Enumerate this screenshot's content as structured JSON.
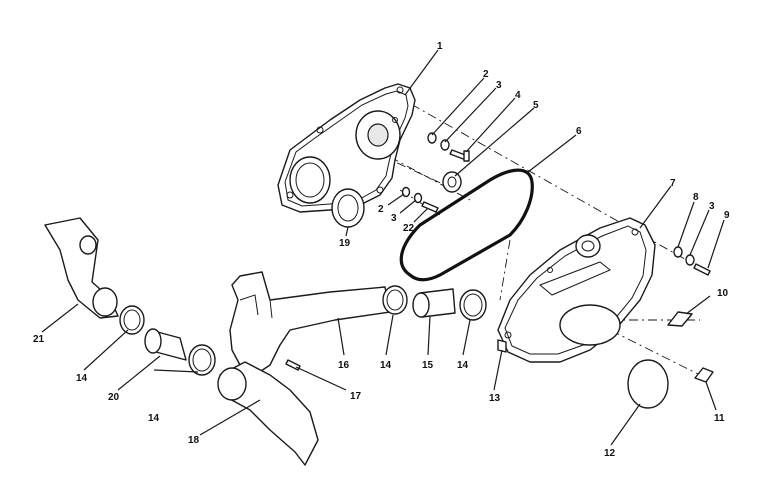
{
  "callouts": [
    {
      "id": "c1",
      "label": "1"
    },
    {
      "id": "c2a",
      "label": "2"
    },
    {
      "id": "c3a",
      "label": "3"
    },
    {
      "id": "c4",
      "label": "4"
    },
    {
      "id": "c5",
      "label": "5"
    },
    {
      "id": "c6",
      "label": "6"
    },
    {
      "id": "c7",
      "label": "7"
    },
    {
      "id": "c8",
      "label": "8"
    },
    {
      "id": "c3b",
      "label": "3"
    },
    {
      "id": "c9",
      "label": "9"
    },
    {
      "id": "c10",
      "label": "10"
    },
    {
      "id": "c11",
      "label": "11"
    },
    {
      "id": "c12",
      "label": "12"
    },
    {
      "id": "c13",
      "label": "13"
    },
    {
      "id": "c14a",
      "label": "14"
    },
    {
      "id": "c15",
      "label": "15"
    },
    {
      "id": "c14b",
      "label": "14"
    },
    {
      "id": "c16",
      "label": "16"
    },
    {
      "id": "c17",
      "label": "17"
    },
    {
      "id": "c18",
      "label": "18"
    },
    {
      "id": "c14c",
      "label": "14"
    },
    {
      "id": "c20",
      "label": "20"
    },
    {
      "id": "c14d",
      "label": "14"
    },
    {
      "id": "c21",
      "label": "21"
    },
    {
      "id": "c2b",
      "label": "2"
    },
    {
      "id": "c3c",
      "label": "3"
    },
    {
      "id": "c22",
      "label": "22"
    },
    {
      "id": "c19",
      "label": "19"
    }
  ]
}
